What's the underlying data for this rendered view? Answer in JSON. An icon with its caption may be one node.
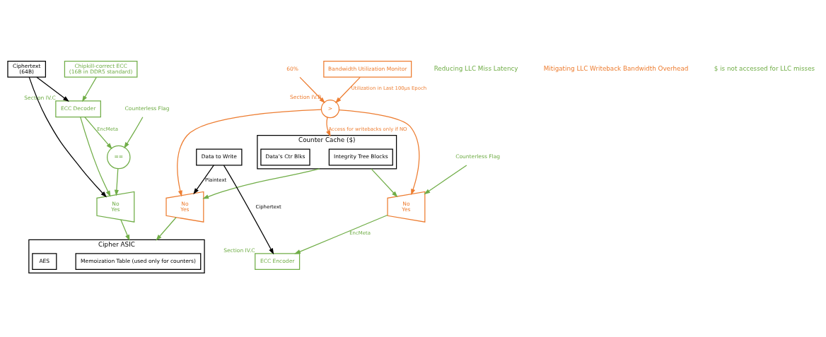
{
  "diagram": {
    "nodes": [
      {
        "text": [
          "Ciphertext",
          "(64B)"
        ]
      },
      {
        "text": [
          "Chipkill-correct ECC",
          "(16B in DDR5 standard)"
        ]
      },
      {
        "text": [
          "ECC Decoder"
        ],
        "beside": [
          "Section IV.C"
        ]
      },
      {
        "text": [
          "=="
        ]
      },
      {
        "text": [
          "No",
          "Yes"
        ]
      },
      {
        "text": [
          "Cipher ASIC"
        ]
      },
      {
        "text": [
          "Memoization Table (used only for counters)"
        ],
        "in": 5
      },
      {
        "text": [
          "AES"
        ],
        "in": 5
      },
      {
        "text": [
          "Bandwidth Utilization Monitor"
        ]
      },
      {
        "text": [
          ">"
        ],
        "beside": [
          "Section IV.B"
        ]
      },
      {
        "text": [
          "Counter Cache ($)"
        ]
      },
      {
        "text": [
          "Integrity Tree Blocks"
        ],
        "in": 10
      },
      {
        "text": [
          "Data’s Ctr Blks"
        ],
        "in": 10
      },
      {
        "text": [
          "No",
          "Yes"
        ]
      },
      {
        "text": [
          "No",
          "Yes"
        ]
      },
      {
        "text": [
          "Data to Write"
        ]
      },
      {
        "text": [
          "ECC Encoder"
        ],
        "beside": [
          "Section IV.C"
        ]
      },
      {
        "text": [
          "Counterless Flag"
        ]
      },
      {
        "text": [
          "Counterless Flag"
        ]
      },
      {
        "text": [
          "60%"
        ]
      }
    ],
    "edges": [
      {
        "from": 0,
        "to": 2,
        "arrow": "to",
        "color": "#000000"
      },
      {
        "from": 0,
        "to": 4,
        "arrow": "to",
        "color": "#000000"
      },
      {
        "from": 1,
        "to": 2,
        "arrow": "to"
      },
      {
        "from": 2,
        "to": 3,
        "arrow": "to",
        "label": "EncMeta"
      },
      {
        "from": 2,
        "to": 4,
        "arrow": "to"
      },
      {
        "from": 17,
        "to": 3,
        "arrow": "to"
      },
      {
        "from": 3,
        "to": 4,
        "arrow": "to"
      },
      {
        "from": 4,
        "to": 5,
        "arrow": "to"
      },
      {
        "from": 8,
        "to": 9,
        "arrow": "to",
        "label": "Utilization in Last 100μs Epoch",
        "color": "#ed7d31"
      },
      {
        "from": 19,
        "to": 9,
        "arrow": "to",
        "color": "#ed7d31"
      },
      {
        "from": 9,
        "to": 13,
        "arrow": "to",
        "color": "#ed7d31"
      },
      {
        "from": 9,
        "to": 10,
        "arrow": "to",
        "label": "Access for writebacks only if NO",
        "color": "#ed7d31"
      },
      {
        "from": 9,
        "to": 14,
        "arrow": "to",
        "color": "#ed7d31"
      },
      {
        "from": 10,
        "to": 13,
        "arrow": "to"
      },
      {
        "from": 10,
        "to": 14,
        "arrow": "to"
      },
      {
        "from": 13,
        "to": 5,
        "arrow": "to"
      },
      {
        "from": 15,
        "to": 13,
        "arrow": "to",
        "label": "Plaintext",
        "color": "#000000"
      },
      {
        "from": 15,
        "to": 16,
        "arrow": "to",
        "label": "Ciphertext",
        "color": "#000000"
      },
      {
        "from": 18,
        "to": 14,
        "arrow": "to"
      },
      {
        "from": 14,
        "to": 16,
        "arrow": "to",
        "label": "EncMeta"
      }
    ],
    "labels": [
      "Reducing LLC Miss Latency",
      "Mitigating LLC Writeback Bandwidth Overhead",
      "$ is not accessed for LLC misses"
    ]
  }
}
